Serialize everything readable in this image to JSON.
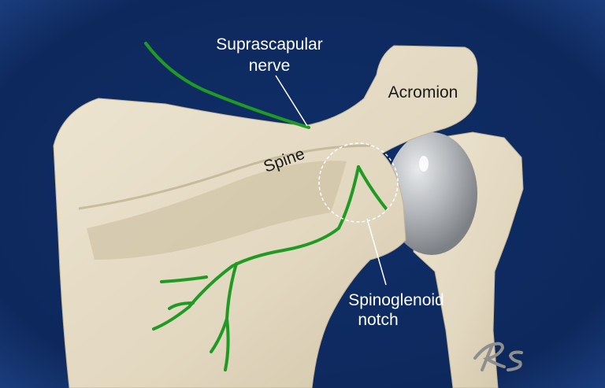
{
  "labels": {
    "nerve_line1": "Suprascapular",
    "nerve_line2": "nerve",
    "acromion": "Acromion",
    "spine": "Spine",
    "notch_line1": "Spinoglenoid",
    "notch_line2": "notch"
  },
  "signature": "RS",
  "colors": {
    "background": "#0e2a5f",
    "bone": "#e6dcc6",
    "nerve": "#1f9a22",
    "humeral_head": "#b9bcc0",
    "label_light": "#ffffff",
    "label_dark": "#1a1a1a"
  }
}
